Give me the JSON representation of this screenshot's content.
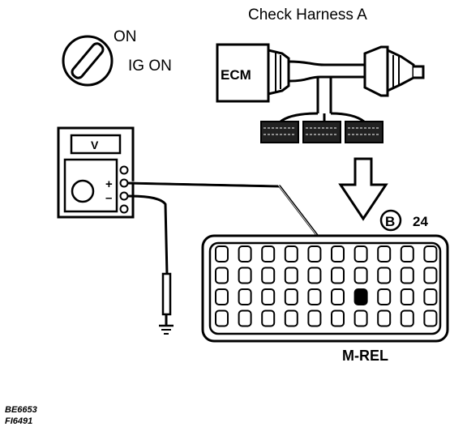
{
  "title": "Check Harness A",
  "ignition": {
    "on_label": "ON",
    "ig_on_label": "IG ON"
  },
  "ecm": {
    "label": "ECM"
  },
  "voltmeter": {
    "display": "V",
    "plus": "+",
    "minus": "–"
  },
  "connector": {
    "id_letter": "B",
    "id_number": "24",
    "pin_label": "M-REL"
  },
  "figure_refs": [
    "BE6653",
    "FI6491"
  ],
  "icons": [
    "ignition-switch-icon",
    "ground-symbol-icon",
    "arrow-down-icon"
  ]
}
